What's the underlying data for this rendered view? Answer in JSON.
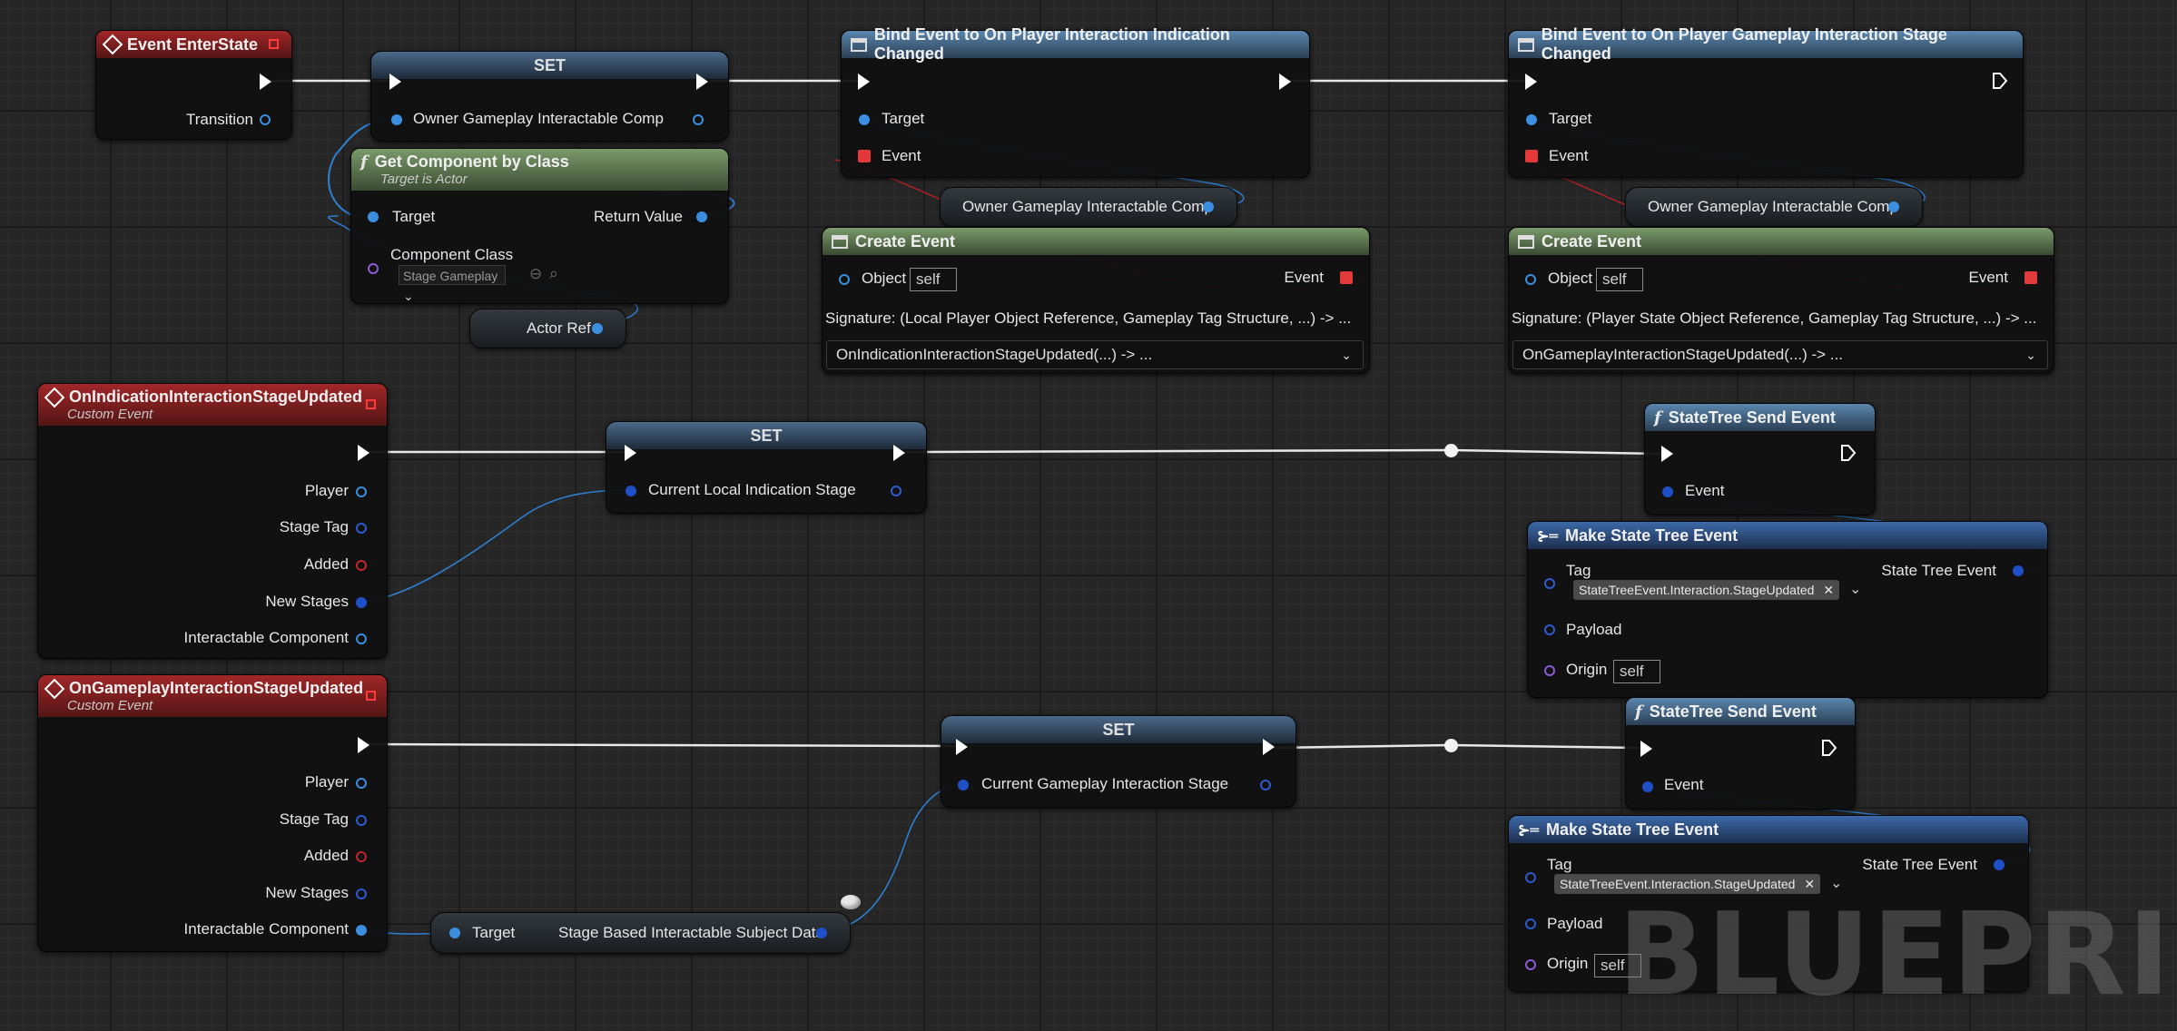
{
  "event_enterstate": {
    "title": "Event EnterState",
    "transition": "Transition"
  },
  "set1": {
    "title": "SET",
    "var": "Owner Gameplay Interactable Comp"
  },
  "get_component": {
    "title": "Get Component by Class",
    "subtitle": "Target is Actor",
    "target": "Target",
    "return_value": "Return Value",
    "component_class": "Component Class",
    "class_value": "Stage Gameplay"
  },
  "actor_ref": {
    "label": "Actor Ref"
  },
  "bind1": {
    "title": "Bind Event to On Player Interaction Indication Changed",
    "target": "Target",
    "event": "Event"
  },
  "bind2": {
    "title": "Bind Event to On Player Gameplay Interaction Stage Changed",
    "target": "Target",
    "event": "Event"
  },
  "owner_get1": {
    "label": "Owner Gameplay Interactable Comp"
  },
  "owner_get2": {
    "label": "Owner Gameplay Interactable Comp"
  },
  "create_event1": {
    "title": "Create Event",
    "object": "Object",
    "self": "self",
    "event": "Event",
    "signature": "Signature: (Local Player Object Reference, Gameplay Tag Structure, ...) -> ...",
    "function": "OnIndicationInteractionStageUpdated(...) -> ..."
  },
  "create_event2": {
    "title": "Create Event",
    "object": "Object",
    "self": "self",
    "event": "Event",
    "signature": "Signature: (Player State Object Reference, Gameplay Tag Structure, ...) -> ...",
    "function": "OnGameplayInteractionStageUpdated(...) -> ..."
  },
  "custom_event1": {
    "title": "OnIndicationInteractionStageUpdated",
    "subtitle": "Custom Event",
    "pins": [
      "Player",
      "Stage Tag",
      "Added",
      "New Stages",
      "Interactable Component"
    ]
  },
  "custom_event2": {
    "title": "OnGameplayInteractionStageUpdated",
    "subtitle": "Custom Event",
    "pins": [
      "Player",
      "Stage Tag",
      "Added",
      "New Stages",
      "Interactable Component"
    ]
  },
  "set2": {
    "title": "SET",
    "var": "Current Local Indication Stage"
  },
  "set3": {
    "title": "SET",
    "var": "Current Gameplay Interaction Stage"
  },
  "send1": {
    "title": "StateTree Send Event",
    "event": "Event"
  },
  "send2": {
    "title": "StateTree Send Event",
    "event": "Event"
  },
  "make1": {
    "title": "Make State Tree Event",
    "tag": "Tag",
    "tag_value": "StateTreeEvent.Interaction.StageUpdated",
    "out": "State Tree Event",
    "payload": "Payload",
    "origin": "Origin",
    "self": "self"
  },
  "make2": {
    "title": "Make State Tree Event",
    "tag": "Tag",
    "tag_value": "StateTreeEvent.Interaction.StageUpdated",
    "out": "State Tree Event",
    "payload": "Payload",
    "origin": "Origin",
    "self": "self"
  },
  "break_node": {
    "target": "Target",
    "out": "Stage Based Interactable Subject Data"
  },
  "watermark": "BLUEPRINT",
  "colors": {
    "exec": "#ffffff",
    "object_pin": "#3b8ee0",
    "struct_pin": "#1f50c8",
    "delegate_pin": "#c0252a",
    "event_header": "#a22728",
    "function_header": "#5a86ad",
    "pure_header": "#7b9a6a"
  }
}
